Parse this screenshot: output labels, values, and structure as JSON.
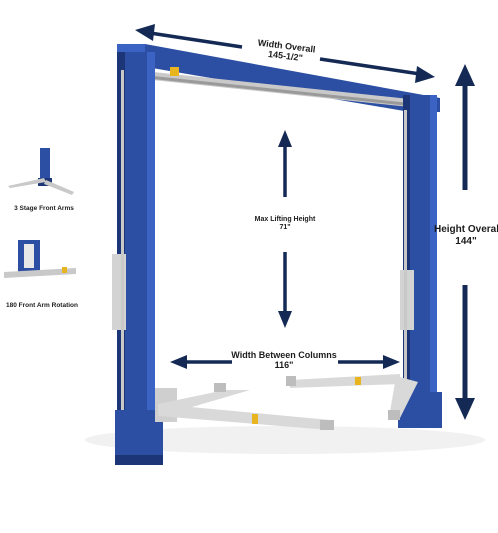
{
  "dimensions": {
    "width_overall": {
      "title": "Width Overall",
      "value": "145-1/2\""
    },
    "max_lifting_height": {
      "title": "Max Lifting Height",
      "value": "71\""
    },
    "height_overall": {
      "title": "Height Overall",
      "value": "144\""
    },
    "width_between_columns": {
      "title": "Width Between Columns",
      "value": "116\""
    }
  },
  "features": [
    {
      "label": "3 Stage Front Arms"
    },
    {
      "label": "180 Front Arm Rotation"
    }
  ],
  "colors": {
    "column_blue": "#2c4fa3",
    "column_dark": "#1b3577",
    "arrow_navy": "#142a55",
    "arm_gray": "#d9d9d9",
    "accent_yellow": "#e8b520"
  }
}
